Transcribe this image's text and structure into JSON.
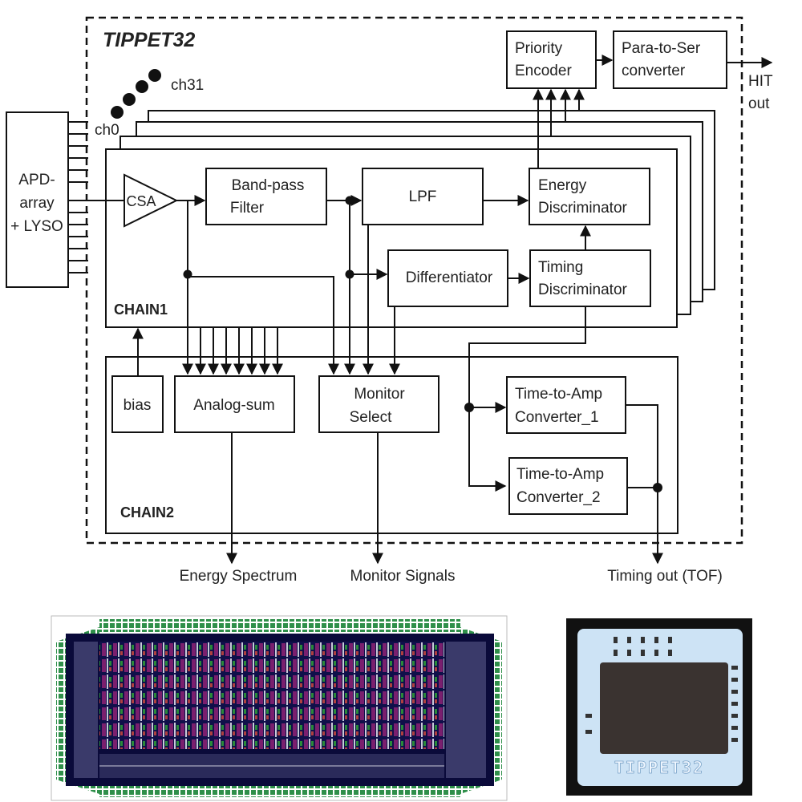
{
  "colors": {
    "line": "#111111",
    "text": "#222222",
    "layout_bg": "#0a0a3a",
    "chip_bg": "#111111",
    "chip_substrate": "#cde3f5",
    "chip_die": "#3a3330"
  },
  "diagram": {
    "title": "TIPPET32",
    "blocks": {
      "apd": [
        "APD-",
        "array",
        "+ LYSO"
      ],
      "csa": "CSA",
      "bandpass": [
        "Band-pass",
        "Filter"
      ],
      "lpf": "LPF",
      "energy_disc": [
        "Energy",
        "Discriminator"
      ],
      "differentiator": "Differentiator",
      "timing_disc": [
        "Timing",
        "Discriminator"
      ],
      "priority_encoder": [
        "Priority",
        "Encoder"
      ],
      "p2s": [
        "Para-to-Ser",
        "converter"
      ],
      "bias": "bias",
      "analog_sum": "Analog-sum",
      "monitor_select": [
        "Monitor",
        "Select"
      ],
      "tac1": [
        "Time-to-Amp",
        "Converter_1"
      ],
      "tac2": [
        "Time-to-Amp",
        "Converter_2"
      ]
    },
    "chain_labels": {
      "chain1": "CHAIN1",
      "chain2": "CHAIN2"
    },
    "channel_labels": {
      "first": "ch0",
      "last": "ch31"
    },
    "outputs": {
      "hit": [
        "HIT",
        "out"
      ],
      "energy": "Energy Spectrum",
      "monitor": "Monitor Signals",
      "timing": "Timing out (TOF)"
    }
  },
  "chip_photo": {
    "marking": "TIPPET32"
  }
}
